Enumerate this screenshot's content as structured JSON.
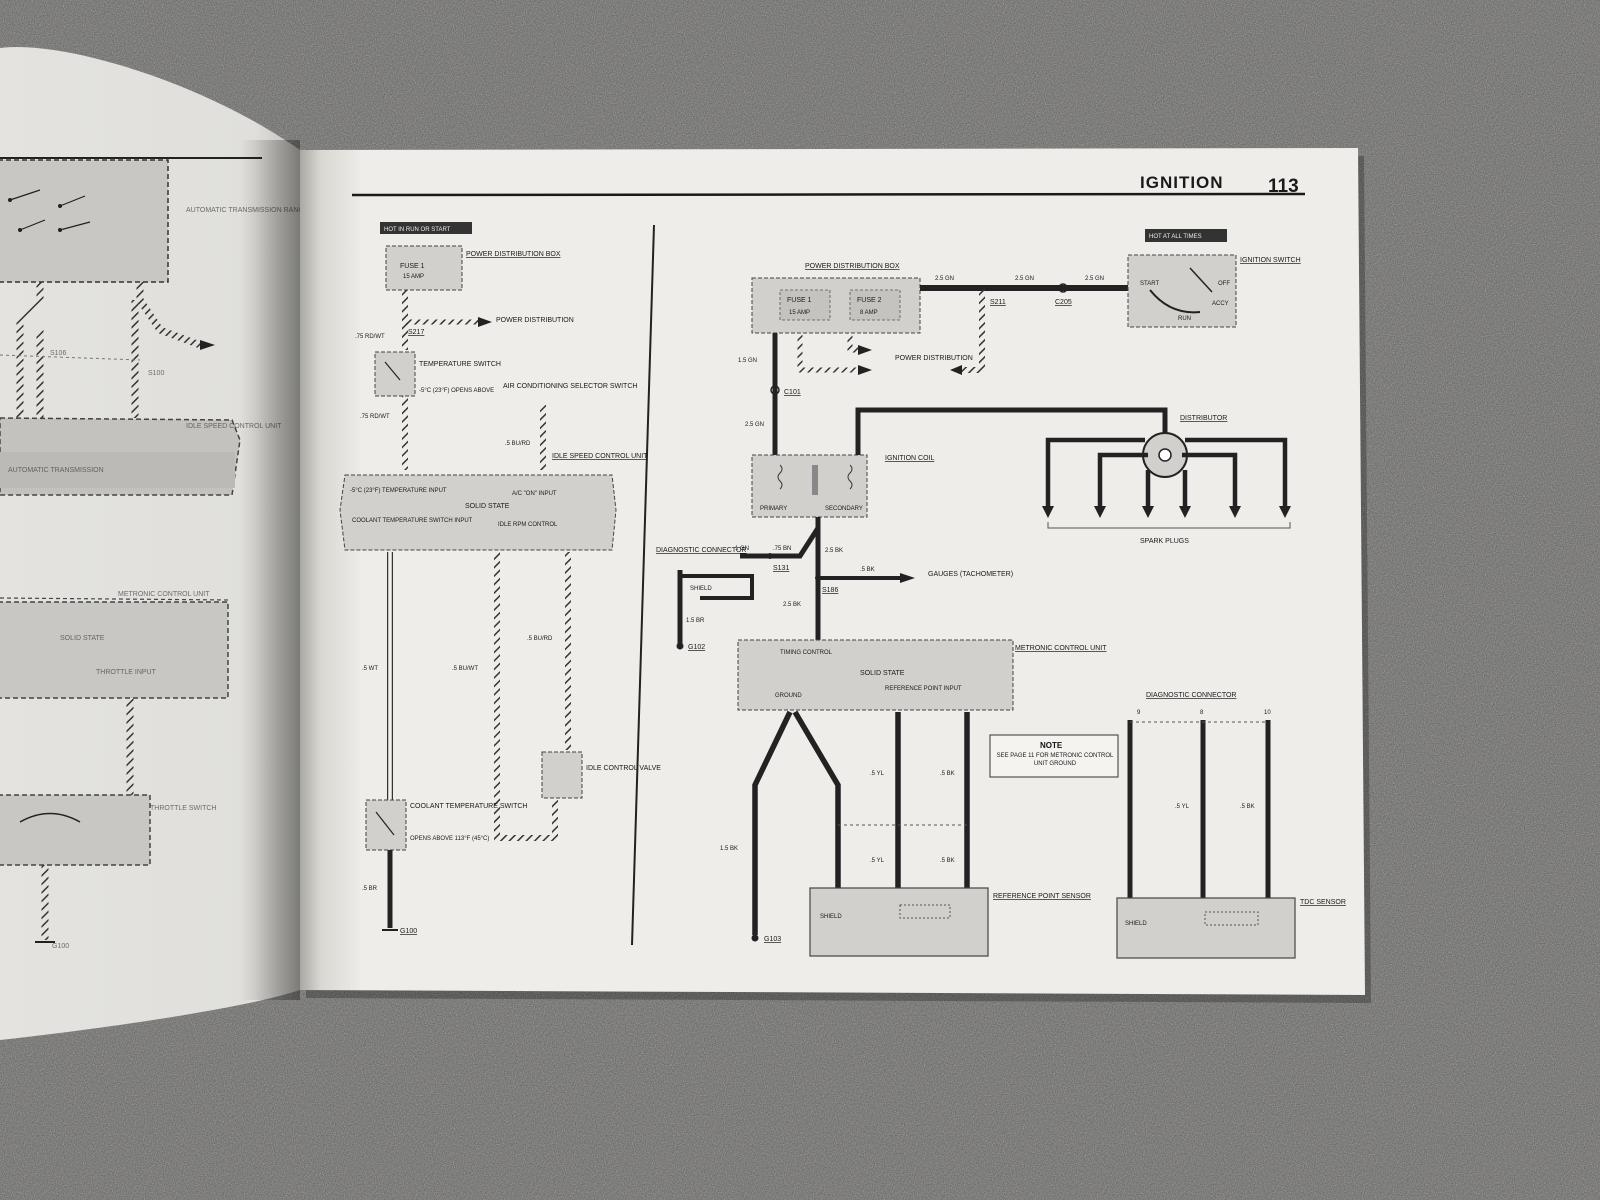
{
  "header": {
    "section_title": "IGNITION",
    "page_number": "113"
  },
  "left_page": {
    "labels": [
      "AUTOMATIC TRANSMISSION RANGE SWITCH",
      "IDLE SPEED CONTROL UNIT",
      "AUTOMATIC TRANSMISSION",
      "METRONIC CONTROL UNIT",
      "SOLID STATE",
      "THROTTLE INPUT",
      "THROTTLE SWITCH",
      "S100",
      "S106",
      "G100"
    ]
  },
  "idle_circuit": {
    "hot_badge": "HOT IN RUN OR START",
    "power_distribution_box": "POWER DISTRIBUTION BOX",
    "fuse": "FUSE 1",
    "fuse_amp": "15 AMP",
    "power_distribution_arrow": "POWER DISTRIBUTION",
    "s217": "S217",
    "wire_red_wt": ".75 RD/WT",
    "temp_switch": "TEMPERATURE SWITCH",
    "temp_switch_spec": "-5°C (23°F) OPENS ABOVE",
    "ac_selector": "AIR CONDITIONING SELECTOR SWITCH",
    "wire_bu_rd": ".5 BU/RD",
    "idle_unit": "IDLE SPEED CONTROL UNIT",
    "solid_state": "SOLID STATE",
    "temp_input": "-5°C (23°F) TEMPERATURE INPUT",
    "ac_input": "A/C \"ON\" INPUT",
    "coolant_input": "COOLANT TEMPERATURE SWITCH INPUT",
    "idle_rpm_control": "IDLE RPM CONTROL",
    "wire_wt": ".5 WT",
    "wire_bu_wt": ".5 BU/WT",
    "wire_bu_rd2": ".5 BU/RD",
    "idle_valve": "IDLE CONTROL VALVE",
    "coolant_switch": "COOLANT TEMPERATURE SWITCH",
    "coolant_spec": "OPENS ABOVE 113°F (45°C)",
    "wire_br": ".5 BR",
    "g100": "G100"
  },
  "ignition_circuit": {
    "hot_badge": "HOT AT ALL TIMES",
    "power_distribution_box": "POWER DISTRIBUTION BOX",
    "fuse1": "FUSE 1",
    "fuse1_amp": "15 AMP",
    "fuse2": "FUSE 2",
    "fuse2_amp": "8 AMP",
    "wire_gn": "2.5 GN",
    "s211": "S211",
    "c205": "C205",
    "ignition_switch": "IGNITION SWITCH",
    "sw_start": "START",
    "sw_off": "OFF",
    "sw_acc": "ACCY",
    "sw_run": "RUN",
    "power_distribution_arrow": "POWER DISTRIBUTION",
    "wire_15gn": "1.5 GN",
    "c101": "C101",
    "distributor": "DISTRIBUTOR",
    "ignition_coil": "IGNITION COIL",
    "primary": "PRIMARY",
    "secondary": "SECONDARY",
    "spark_plugs": "SPARK PLUGS",
    "diag_connector": "DIAGNOSTIC CONNECTOR",
    "shield": "SHIELD",
    "wire_1gn": "1 GN",
    "wire_75bn": ".75 BN",
    "wire_25bk": "2.5 BK",
    "wire_5bk": ".5 BK",
    "s131": "S131",
    "s186": "S186",
    "gauges": "GAUGES (TACHOMETER)",
    "wire_15br": "1.5 BR",
    "g102": "G102",
    "metronic": "METRONIC CONTROL UNIT",
    "timing_control": "TIMING CONTROL",
    "solid_state": "SOLID STATE",
    "ground": "GROUND",
    "ref_point_input": "REFERENCE POINT INPUT",
    "wire_5yl": ".5 YL",
    "wire_5bk2": ".5 BK",
    "note_title": "NOTE",
    "note_text": "SEE PAGE 11 FOR METRONIC CONTROL UNIT GROUND",
    "wire_15bk": "1.5 BK",
    "ref_sensor": "REFERENCE POINT SENSOR",
    "shield2": "SHIELD",
    "g103": "G103",
    "diag_connector2": "DIAGNOSTIC CONNECTOR",
    "pin9": "9",
    "pin8": "8",
    "pin10": "10",
    "tdc_sensor": "TDC SENSOR",
    "shield3": "SHIELD"
  }
}
